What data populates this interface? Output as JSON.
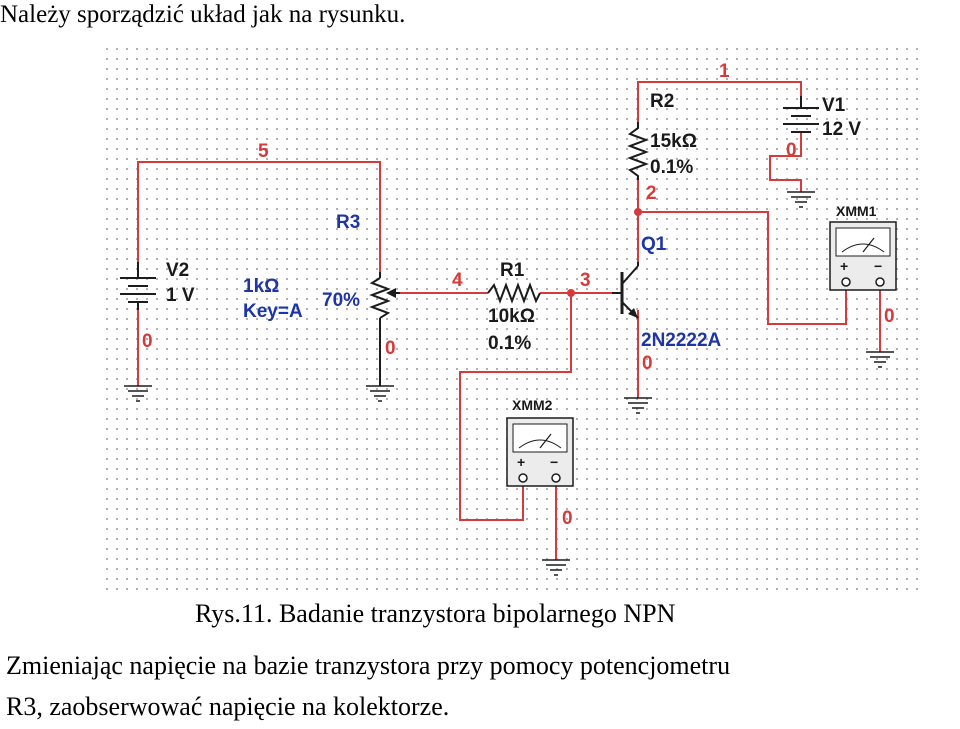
{
  "intro_text": "Należy sporządzić układ jak na rysunku.",
  "caption": "Rys.11. Badanie tranzystora bipolarnego NPN",
  "body_line1": "Zmieniając napięcie na bazie tranzystora przy pomocy potencjometru",
  "body_line2": "R3, zaobserwować napięcie na kolektorze.",
  "schematic": {
    "colors": {
      "wire": "#d63a3a",
      "component": "#1c1c1c",
      "value_blue": "#1d35a8",
      "grid": "#b0b0b0"
    },
    "v2": {
      "name": "V2",
      "value": "1 V",
      "pin": "0"
    },
    "v1": {
      "name": "V1",
      "value": "12 V",
      "pin": "0"
    },
    "r3": {
      "name": "R3",
      "value": "1kΩ",
      "key": "Key=A",
      "percent": "70%",
      "pin": "0"
    },
    "r1": {
      "name": "R1",
      "value": "10kΩ",
      "tolerance": "0.1%"
    },
    "r2": {
      "name": "R2",
      "value": "15kΩ",
      "tolerance": "0.1%"
    },
    "q1": {
      "name": "Q1",
      "model": "2N2222A",
      "emitter_node": "0"
    },
    "xmm1": {
      "name": "XMM1",
      "plus": "+",
      "minus": "−",
      "node": "0"
    },
    "xmm2": {
      "name": "XMM2",
      "plus": "+",
      "minus": "−",
      "node": "0"
    },
    "nodes": {
      "n1": "1",
      "n2": "2",
      "n3": "3",
      "n4": "4",
      "n5": "5"
    }
  }
}
